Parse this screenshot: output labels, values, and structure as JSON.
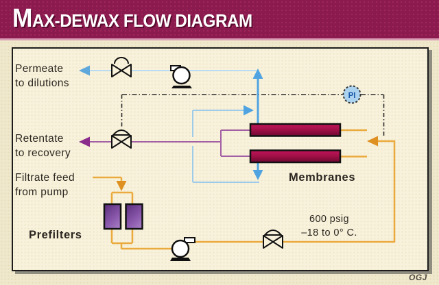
{
  "title": "Max-dewax flow diagram",
  "credit": "OGJ",
  "labels": {
    "permeate_line1": "Permeate",
    "permeate_line2": "to dilutions",
    "retentate_line1": "Retentate",
    "retentate_line2": "to recovery",
    "filtrate_line1": "Filtrate feed",
    "filtrate_line2": "from pump",
    "prefilters": "Prefilters",
    "membranes": "Membranes",
    "conditions_line1": "600 psig",
    "conditions_line2": "–18 to 0° C.",
    "pi": "PI"
  },
  "colors": {
    "title_bar": "#8B1B4F",
    "page_background": "#EFE8CC",
    "panel_background": "#F8F2DC",
    "permeate_pale_line": "#B9DCF2",
    "permeate_strong_line": "#4FA3E0",
    "retentate_line": "#A35FA3",
    "retentate_arrow": "#8B2B8B",
    "feed_line_orange": "#EBAA3D",
    "feed_arrow_orange": "#DE9020",
    "membrane_fill": "#A31048",
    "prefilter_fill": "#7B4A9E",
    "signal_line": "#2A2A2A",
    "pi_fill": "#ABD3F0",
    "pi_text": "#1B5AA8"
  },
  "symbols": [
    "valve-icon",
    "control-valve-icon",
    "pump-icon",
    "pressure-indicator-icon",
    "membrane-module",
    "prefilter-cartridge"
  ]
}
